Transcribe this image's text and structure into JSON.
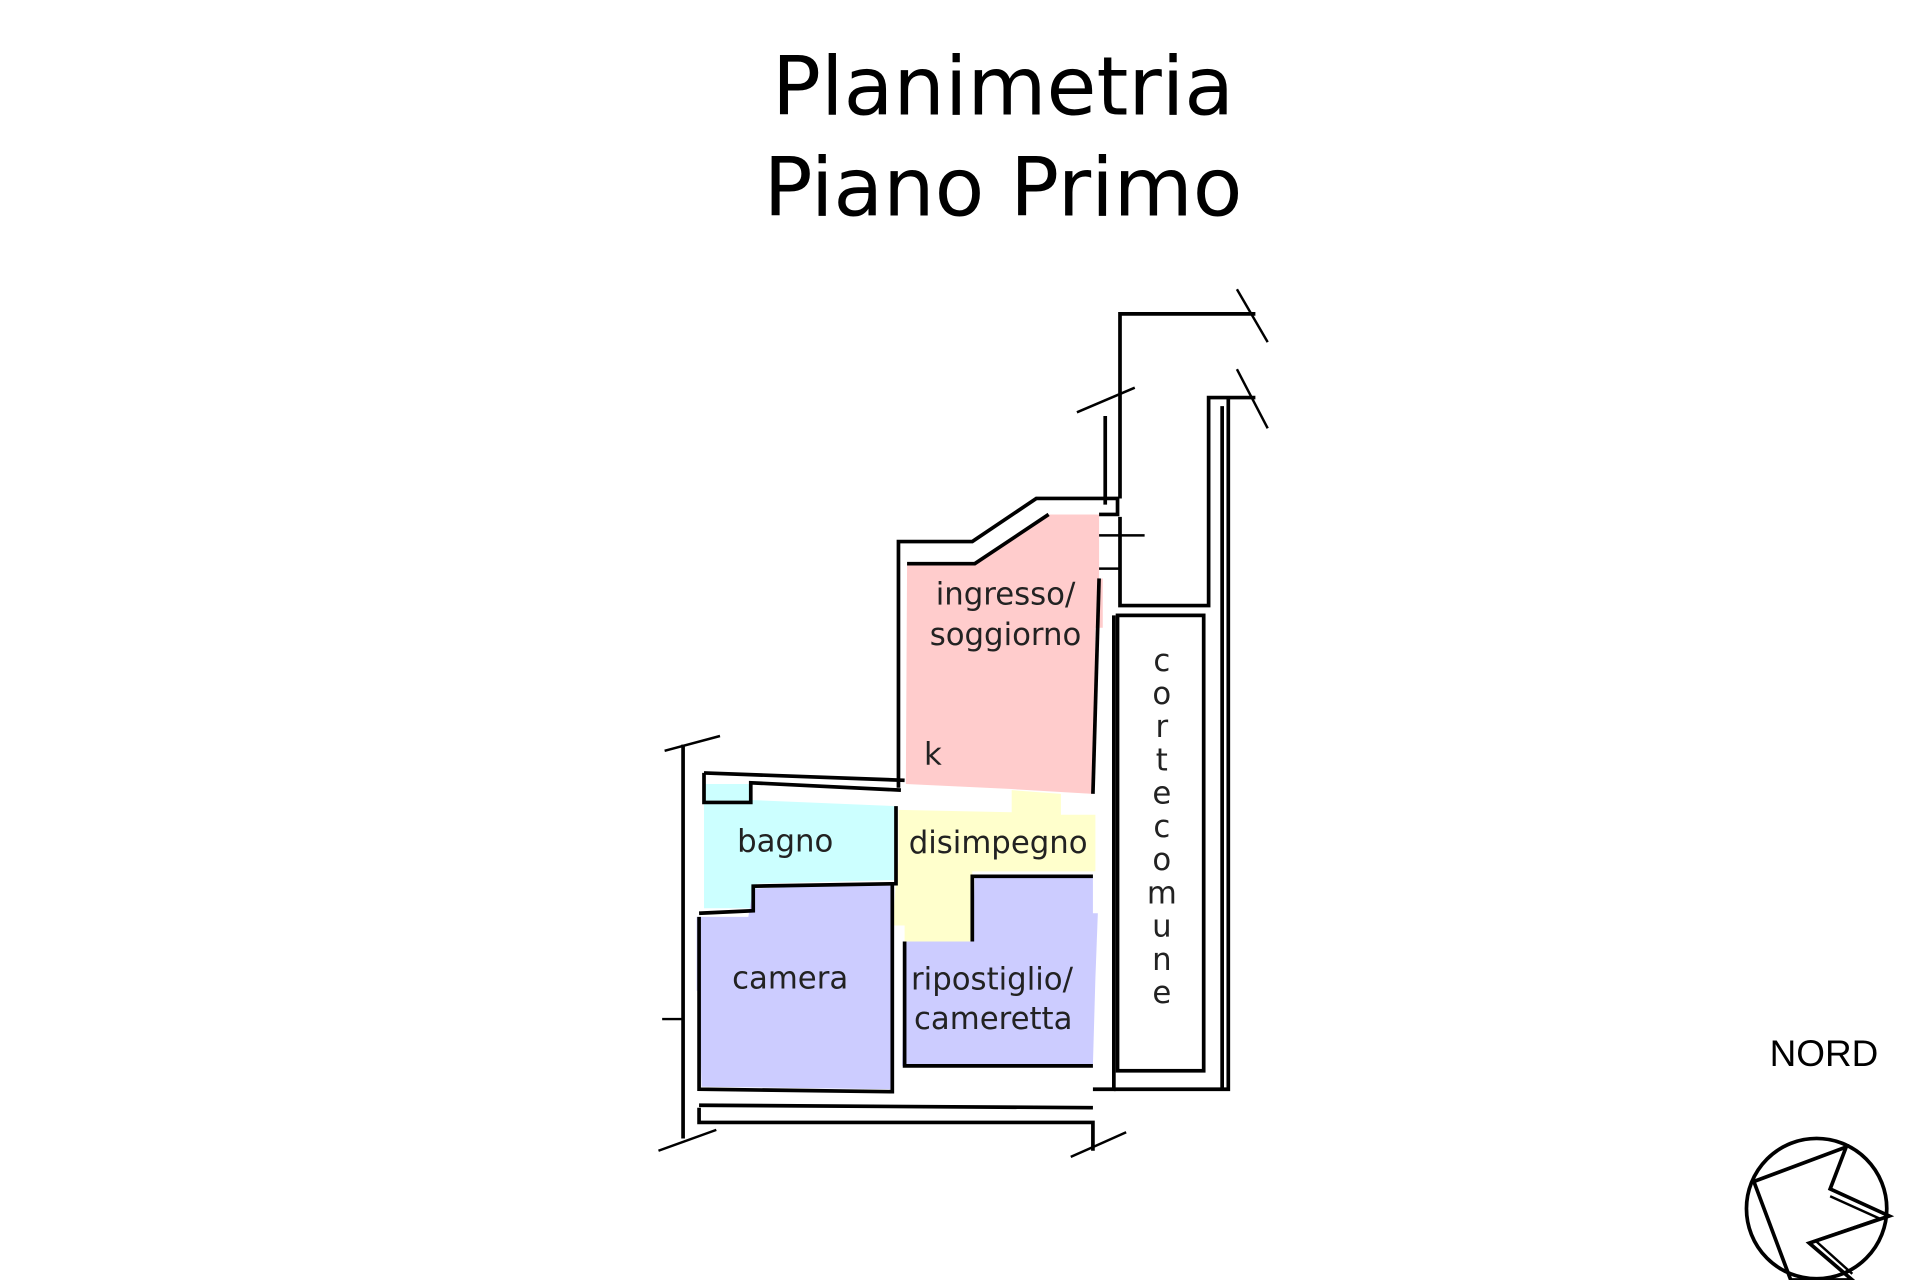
{
  "title": {
    "line1": "Planimetria",
    "line2": "Piano Primo"
  },
  "rooms": [
    {
      "name": "ingresso-soggiorno",
      "lines": [
        "ingresso/",
        "soggiorno"
      ],
      "color": "#ffcccc"
    },
    {
      "name": "kitchen-mark",
      "lines": [
        "k"
      ]
    },
    {
      "name": "bagno",
      "lines": [
        "bagno"
      ],
      "color": "#ccffff"
    },
    {
      "name": "disimpegno",
      "lines": [
        "disimpegno"
      ],
      "color": "#ffffcc"
    },
    {
      "name": "camera",
      "lines": [
        "camera"
      ],
      "color": "#ccccff"
    },
    {
      "name": "ripostiglio-cameretta",
      "lines": [
        "ripostiglio/",
        "cameretta"
      ],
      "color": "#ccccff"
    }
  ],
  "corte": {
    "letters": [
      "c",
      "o",
      "r",
      "t",
      "e",
      "c",
      "o",
      "m",
      "u",
      "n",
      "e"
    ],
    "text": "corte comune"
  },
  "compass": {
    "label": "NORD"
  }
}
